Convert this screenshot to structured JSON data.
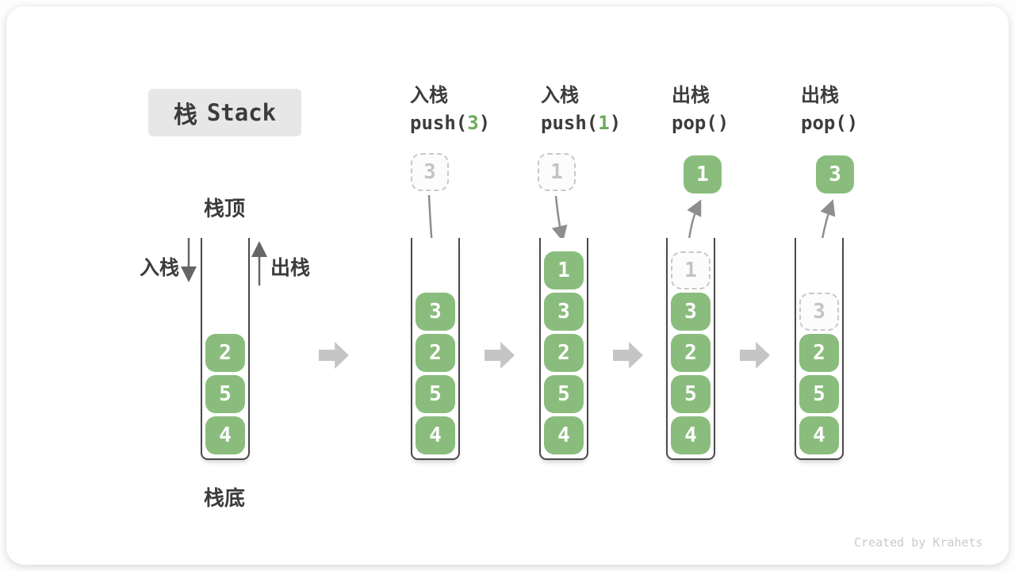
{
  "title": {
    "zh": "栈",
    "en": "Stack"
  },
  "labels": {
    "stack_top": "栈顶",
    "stack_bottom": "栈底",
    "push_side": "入栈",
    "pop_side": "出栈"
  },
  "footer": {
    "credit": "Created by Krahets"
  },
  "colors": {
    "item_green": "#8ABD7D",
    "code_green": "#6DAB5A",
    "text_dark": "#3C3C3C",
    "ghost_border": "#C8C8C8",
    "curve_arrow_gray": "#8E8E8E",
    "side_arrow_gray": "#666666",
    "block_arrow_gray": "#C5C5C5",
    "title_bg": "#E7E7E7"
  },
  "stages": [
    {
      "name": "initial",
      "items": [
        "2",
        "5",
        "4"
      ]
    },
    {
      "name": "push-3",
      "header": {
        "op": "入栈",
        "code_parts": [
          {
            "text": "push(",
            "accent": false
          },
          {
            "text": "3",
            "accent": true
          },
          {
            "text": ")",
            "accent": false
          }
        ]
      },
      "floating": {
        "value": "3",
        "style": "dashed"
      },
      "arrow": "down",
      "items": [
        "3",
        "2",
        "5",
        "4"
      ]
    },
    {
      "name": "push-1",
      "header": {
        "op": "入栈",
        "code_parts": [
          {
            "text": "push(",
            "accent": false
          },
          {
            "text": "1",
            "accent": true
          },
          {
            "text": ")",
            "accent": false
          }
        ]
      },
      "floating": {
        "value": "1",
        "style": "dashed"
      },
      "arrow": "down",
      "items": [
        "1",
        "3",
        "2",
        "5",
        "4"
      ]
    },
    {
      "name": "pop-1",
      "header": {
        "op": "出栈",
        "code_parts": [
          {
            "text": "pop()",
            "accent": false
          }
        ]
      },
      "floating": {
        "value": "1",
        "style": "solid"
      },
      "arrow": "up",
      "ghost": "1",
      "items": [
        "3",
        "2",
        "5",
        "4"
      ]
    },
    {
      "name": "pop-3",
      "header": {
        "op": "出栈",
        "code_parts": [
          {
            "text": "pop()",
            "accent": false
          }
        ]
      },
      "floating": {
        "value": "3",
        "style": "solid"
      },
      "arrow": "up",
      "ghost": "3",
      "items": [
        "2",
        "5",
        "4"
      ]
    }
  ]
}
